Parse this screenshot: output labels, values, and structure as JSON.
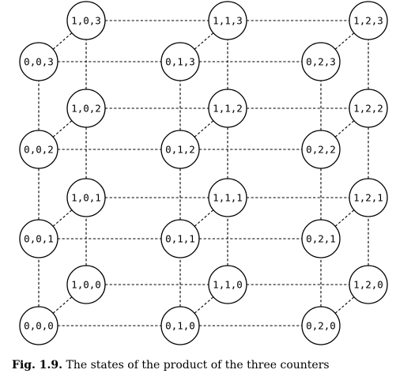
{
  "diagram": {
    "states": [
      "0,0,0",
      "0,0,1",
      "0,0,2",
      "0,0,3",
      "0,1,0",
      "0,1,1",
      "0,1,2",
      "0,1,3",
      "0,2,0",
      "0,2,1",
      "0,2,2",
      "0,2,3",
      "1,0,0",
      "1,0,1",
      "1,0,2",
      "1,0,3",
      "1,1,0",
      "1,1,1",
      "1,1,2",
      "1,1,3",
      "1,2,0",
      "1,2,1",
      "1,2,2",
      "1,2,3"
    ],
    "edge_style": "dashed"
  },
  "caption": {
    "label": "Fig. 1.9.",
    "text": "The states of the product of the three counters"
  }
}
